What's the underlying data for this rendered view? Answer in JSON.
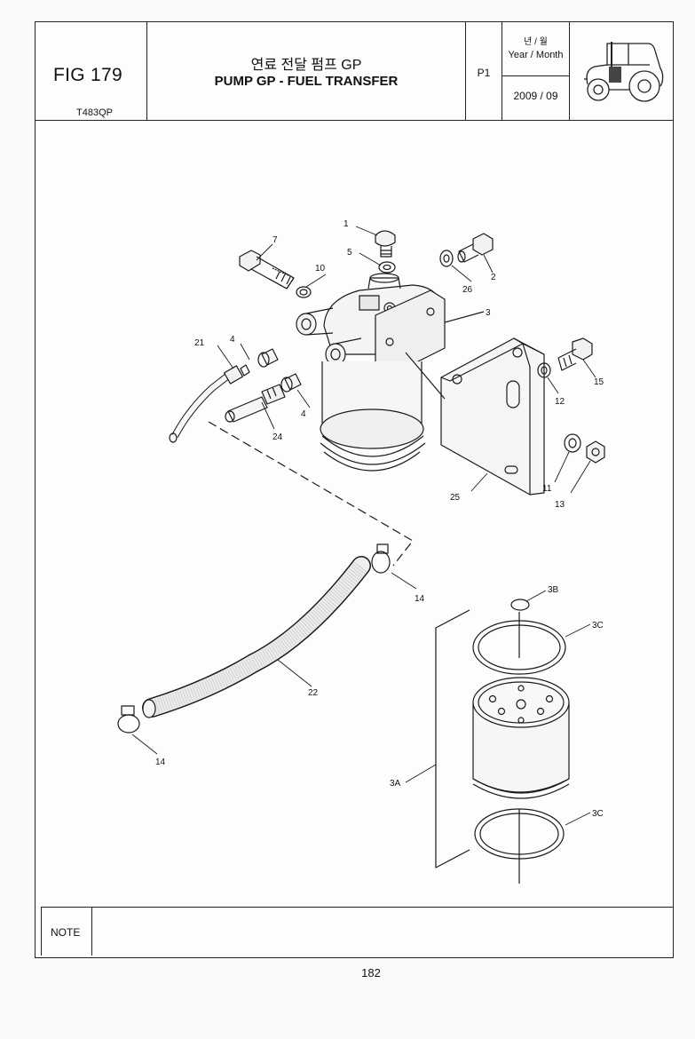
{
  "header": {
    "fig_label": "FIG 179",
    "fig_code": "T483QP",
    "title_ko": "연료 전달 펌프 GP",
    "title_en": "PUMP GP - FUEL TRANSFER",
    "page_num": "P1",
    "date_label_ko": "년 / 월",
    "date_label_en": "Year / Month",
    "date_value": "2009  / 09"
  },
  "callouts": {
    "c1": "1",
    "c2": "2",
    "c3": "3",
    "c3a": "3A",
    "c3b": "3B",
    "c3c_top": "3C",
    "c3c_bottom": "3C",
    "c4_upper": "4",
    "c4_lower": "4",
    "c5": "5",
    "c7": "7",
    "c10": "10",
    "c11": "11",
    "c12": "12",
    "c13": "13",
    "c14_upper": "14",
    "c14_lower": "14",
    "c15": "15",
    "c21": "21",
    "c22": "22",
    "c24": "24",
    "c25": "25",
    "c26": "26"
  },
  "note": {
    "label": "NOTE",
    "text": ""
  },
  "footer": {
    "page_number": "182"
  }
}
